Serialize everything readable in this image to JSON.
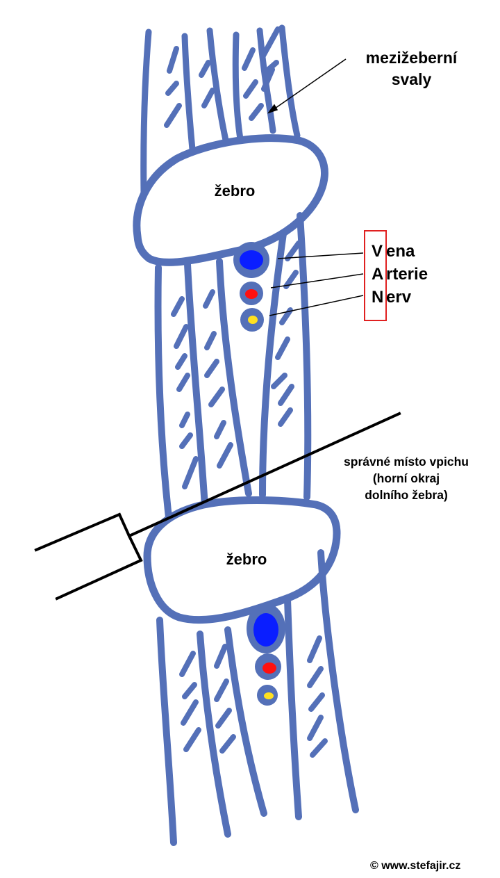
{
  "labels": {
    "muscles": "meziżeberní svaly",
    "muscles_line1": "mezižeberní",
    "muscles_line2": "svaly",
    "rib_top": "žebro",
    "rib_bottom": "žebro",
    "site_line1": "správné místo vpichu",
    "site_line2": "(horní okraj",
    "site_line3": "dolního žebra)",
    "copyright": "© www.stefajir.cz"
  },
  "van": [
    {
      "initial": "V",
      "rest": "ena"
    },
    {
      "initial": "A",
      "rest": "rterie"
    },
    {
      "initial": "N",
      "rest": "erv"
    }
  ],
  "colors": {
    "muscle": "#5470b8",
    "vein": "#0a1eff",
    "artery": "#ff1010",
    "nerve": "#ffe020",
    "vessel_ring": "#5470b8",
    "needle": "#000000",
    "highlight_box": "#e02020",
    "background": "#ffffff"
  }
}
